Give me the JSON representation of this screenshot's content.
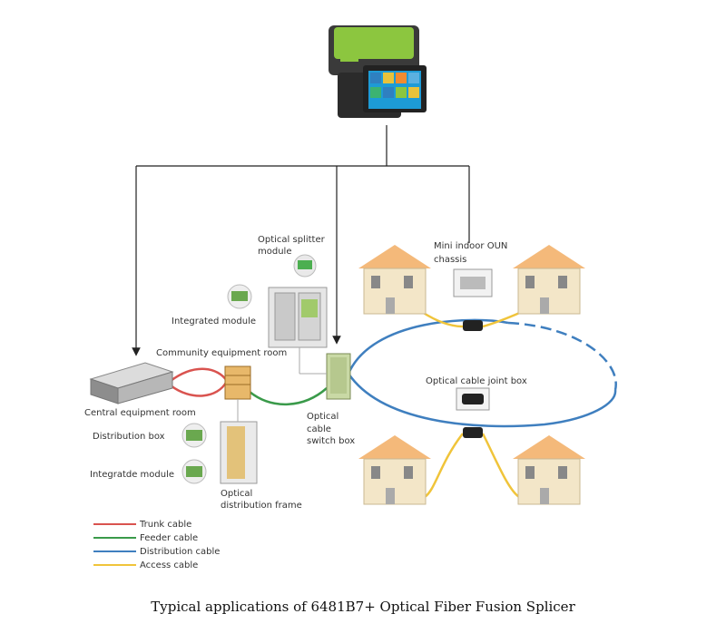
{
  "labels": {
    "optical_splitter": [
      "Optical splitter",
      "module"
    ],
    "integrated_module": "Integrated module",
    "community_room": "Community equipment room",
    "central_room": "Central equipment room",
    "distribution_box": "Distribution box",
    "integrade_module": "Integratde module",
    "optical_distribution_frame": [
      "Optical",
      "distribution frame"
    ],
    "optical_cable_switch_box": [
      "Optical",
      "cable",
      "switch box"
    ],
    "mini_indoor_oun": [
      "Mini indoor OUN",
      "chassis"
    ],
    "optical_cable_joint_box": "Optical cable joint box"
  },
  "legend": [
    {
      "label": "Trunk cable",
      "color": "#d9534f"
    },
    {
      "label": "Feeder cable",
      "color": "#3a9a4a"
    },
    {
      "label": "Distribution cable",
      "color": "#3f7fbf"
    },
    {
      "label": "Access cable",
      "color": "#f0c43a"
    }
  ],
  "colors": {
    "trunk": "#d9534f",
    "feeder": "#3a9a4a",
    "distribution": "#3f7fbf",
    "access": "#f0c43a",
    "splicer_body": "#8cc63f"
  },
  "caption": "Typical applications of 6481B7+ Optical Fiber Fusion Splicer"
}
